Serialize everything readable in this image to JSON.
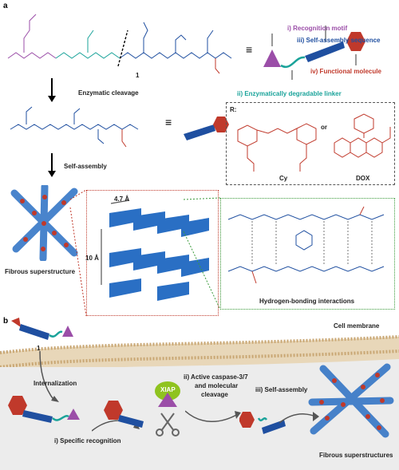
{
  "panel_a": {
    "letter": "a",
    "compound_number": "1",
    "legend": {
      "recognition_motif": "i) Recognition motif",
      "self_assembly_sequence": "iii) Self-assembly sequence",
      "functional_molecule": "iv) Functional molecule",
      "degradable_linker": "ii) Enzymatically degradable linker"
    },
    "step_cleavage": "Enzymatic cleavage",
    "step_assembly": "Self-assembly",
    "r_box": {
      "r_label": "R:",
      "or": "or",
      "cy": "Cy",
      "dox": "DOX"
    },
    "fibrous_superstructure": "Fibrous superstructure",
    "spacing_horizontal": "4.7 Å",
    "spacing_vertical": "10 Å",
    "hbond_caption": "Hydrogen-bonding interactions"
  },
  "panel_b": {
    "letter": "b",
    "compound_number": "1",
    "cell_membrane": "Cell membrane",
    "internalization": "Internalization",
    "specific_recognition": "i) Specific recognition",
    "xiap": "XIAP",
    "caspase_line1": "ii) Active caspase-3/7",
    "caspase_line2": "and molecular",
    "caspase_line3": "cleavage",
    "self_assembly": "iii) Self-assembly",
    "fibrous_superstructures": "Fibrous superstructures"
  },
  "colors": {
    "recognition": "#9b4ea8",
    "assembly": "#1f4fa0",
    "functional": "#c0392b",
    "linker": "#1aa39a",
    "fiber_blue": "#2a6fc4",
    "green_box": "#3a9a3a",
    "red_box": "#c0392b"
  }
}
